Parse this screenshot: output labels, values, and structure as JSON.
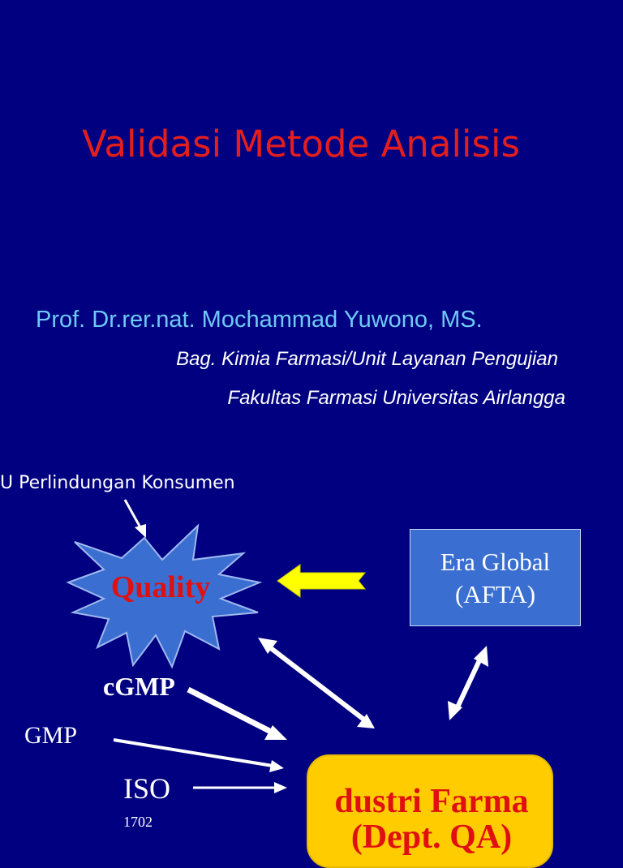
{
  "slide": {
    "title": "Validasi Metode Analisis",
    "author": "Prof. Dr.rer.nat. Mochammad Yuwono, MS.",
    "affiliation_1": "Bag. Kimia Farmasi/Unit Layanan Pengujian",
    "affiliation_2": "Fakultas Farmasi Universitas Airlangga"
  },
  "diagram": {
    "consumer_law_label": "U Perlindungan Konsumen",
    "quality_label": "Quality",
    "era_global_line_1": "Era Global",
    "era_global_line_2": "(AFTA)",
    "cgmp_label": "cGMP",
    "gmp_label": "GMP",
    "iso_label": "ISO",
    "iso_number": "1702",
    "industry_line_1": "dustri Farma",
    "industry_line_2": "(Dept. QA)"
  },
  "colors": {
    "background": "#000080",
    "title": "#e31e1e",
    "author": "#6fc9f5",
    "star_fill": "#3a6fd1",
    "arrow_yellow": "#ffff00",
    "industry_box": "#ffcc00"
  }
}
